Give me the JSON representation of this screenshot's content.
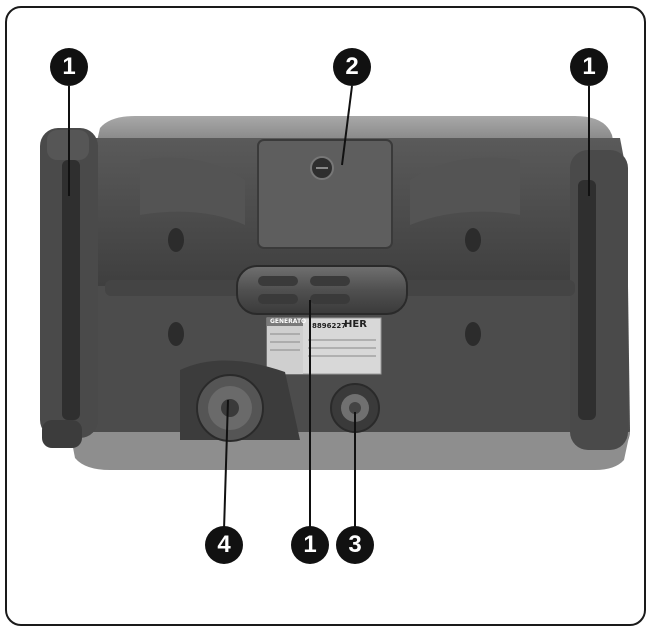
{
  "callouts": [
    {
      "id": "c1-top-left",
      "number": "1"
    },
    {
      "id": "c2-top-center",
      "number": "2"
    },
    {
      "id": "c1-top-right",
      "number": "1"
    },
    {
      "id": "c4-bottom",
      "number": "4"
    },
    {
      "id": "c1-bottom",
      "number": "1"
    },
    {
      "id": "c3-bottom",
      "number": "3"
    }
  ],
  "rating_label": {
    "header": "GENERATO",
    "model": "8896227",
    "brand": "HER"
  },
  "colors": {
    "body_dark": "#4a4a4a",
    "body_mid": "#5c5c5c",
    "shell_light": "#9a9a9a",
    "callout_fill": "#111111",
    "callout_text": "#ffffff"
  }
}
